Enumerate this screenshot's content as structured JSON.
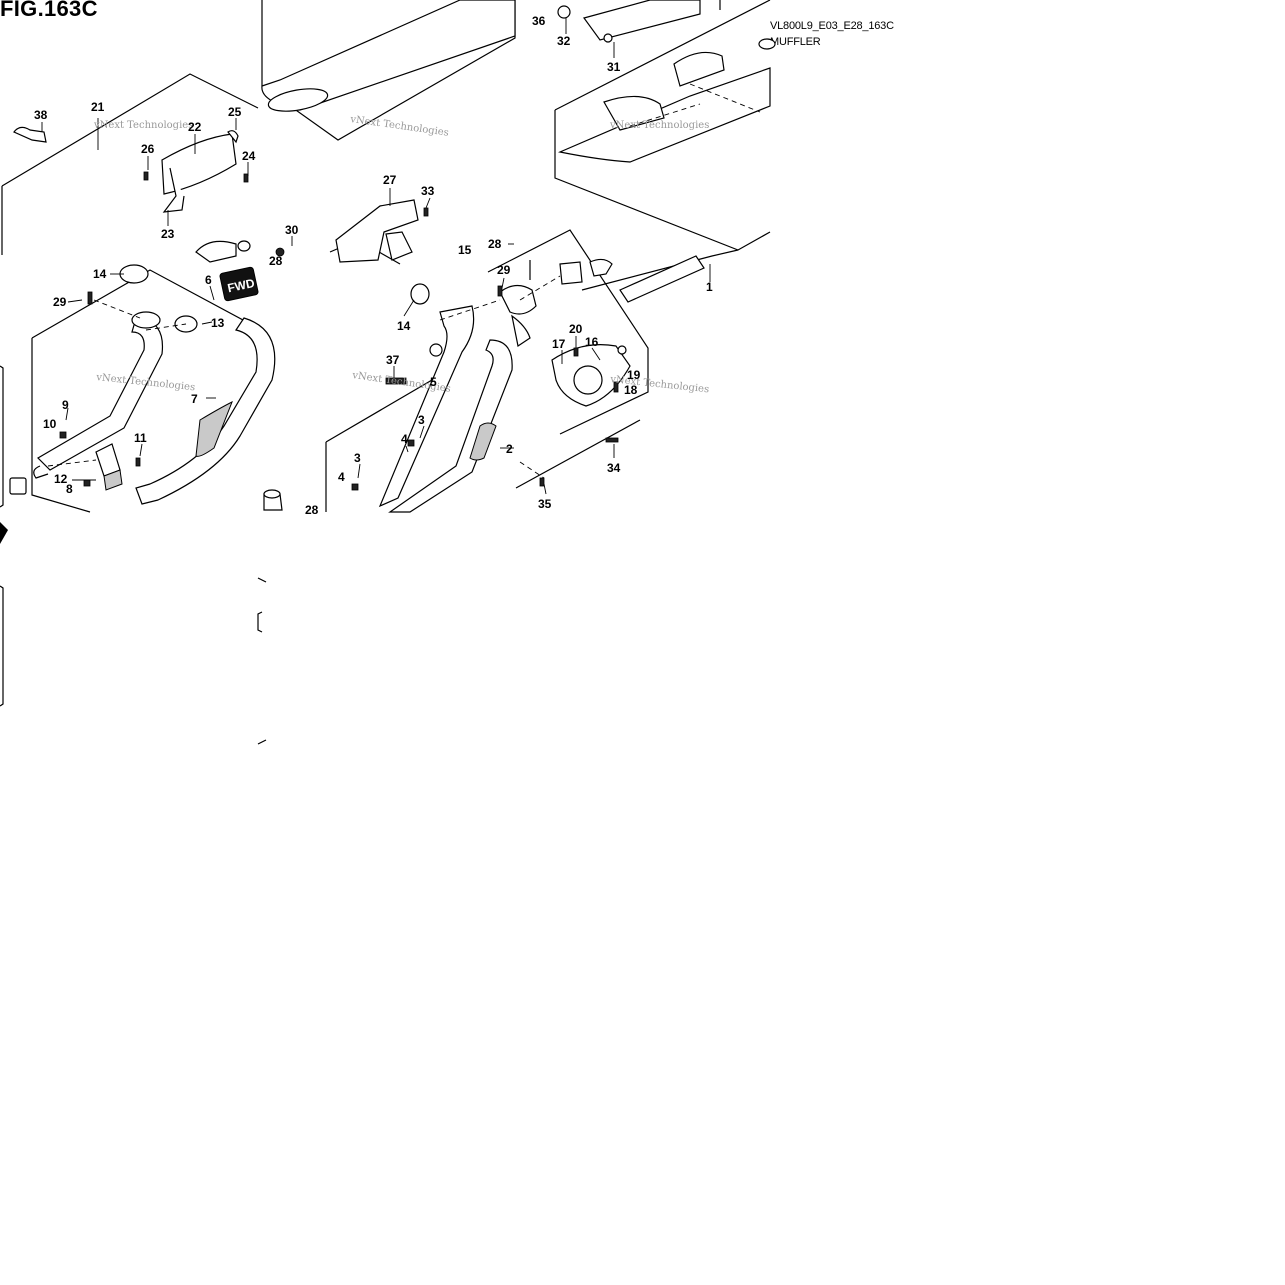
{
  "header": {
    "title": "FIG.163C",
    "drawing_code": "VL800L9_E03_E28_163C",
    "section_name": "MUFFLER"
  },
  "watermark": "vNext Technologies",
  "fwd_badge": "FWD",
  "callouts": {
    "c1": "1",
    "c2": "2",
    "c3a": "3",
    "c3b": "3",
    "c4a": "4",
    "c4b": "4",
    "c5": "5",
    "c6": "6",
    "c7": "7",
    "c8": "8",
    "c9": "9",
    "c10": "10",
    "c11": "11",
    "c12": "12",
    "c13": "13",
    "c14a": "14",
    "c14b": "14",
    "c15": "15",
    "c16": "16",
    "c17": "17",
    "c18": "18",
    "c19": "19",
    "c20": "20",
    "c21": "21",
    "c22": "22",
    "c23": "23",
    "c24": "24",
    "c25": "25",
    "c26": "26",
    "c27": "27",
    "c28a": "28",
    "c28b": "28",
    "c28c": "28",
    "c29a": "29",
    "c29b": "29",
    "c30": "30",
    "c31": "31",
    "c32": "32",
    "c33": "33",
    "c34": "34",
    "c35": "35",
    "c36": "36",
    "c37": "37",
    "c38": "38"
  }
}
